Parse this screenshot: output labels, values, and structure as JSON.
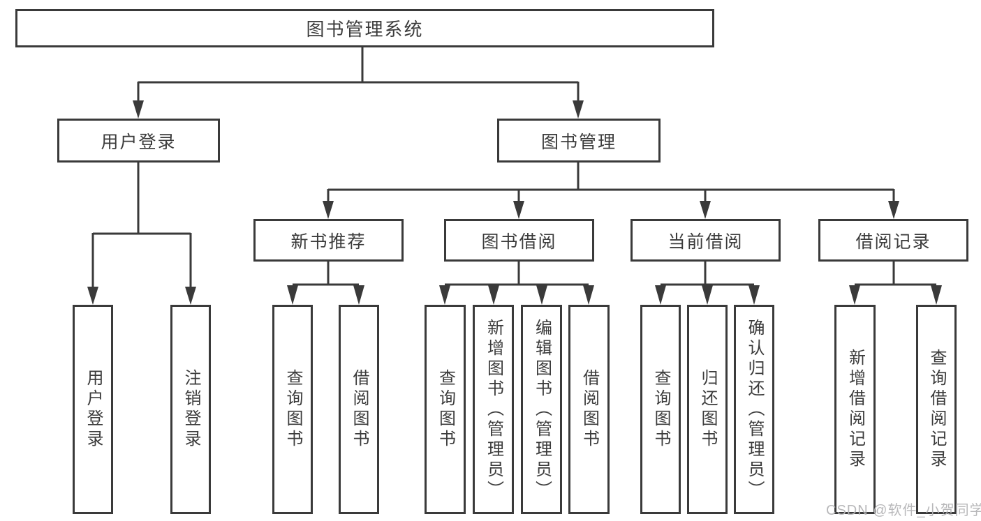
{
  "colors": {
    "line": "#3a3a3a",
    "box_border": "#3a3a3a",
    "text": "#3b3b3b",
    "background": "#ffffff",
    "watermark": "#b4b4b6"
  },
  "watermark": "CSDN @软件_小贺同学",
  "tree": {
    "root": {
      "label": "图书管理系统"
    },
    "user_login": {
      "label": "用户登录",
      "children": {
        "login": "用户登录",
        "logout": "注销登录"
      }
    },
    "book_mgmt": {
      "label": "图书管理"
    },
    "new_book_rec": {
      "label": "新书推荐",
      "children": {
        "query": "查询图书",
        "borrow": "借阅图书"
      }
    },
    "book_borrow": {
      "label": "图书借阅",
      "children": {
        "query": "查询图书",
        "add": "新增图书（管理员）",
        "edit": "编辑图书（管理员）",
        "borrow": "借阅图书"
      }
    },
    "current_borrow": {
      "label": "当前借阅",
      "children": {
        "query": "查询图书",
        "return": "归还图书",
        "confirm": "确认归还（管理员）"
      }
    },
    "borrow_record": {
      "label": "借阅记录",
      "children": {
        "add": "新增借阅记录",
        "query": "查询借阅记录"
      }
    }
  }
}
